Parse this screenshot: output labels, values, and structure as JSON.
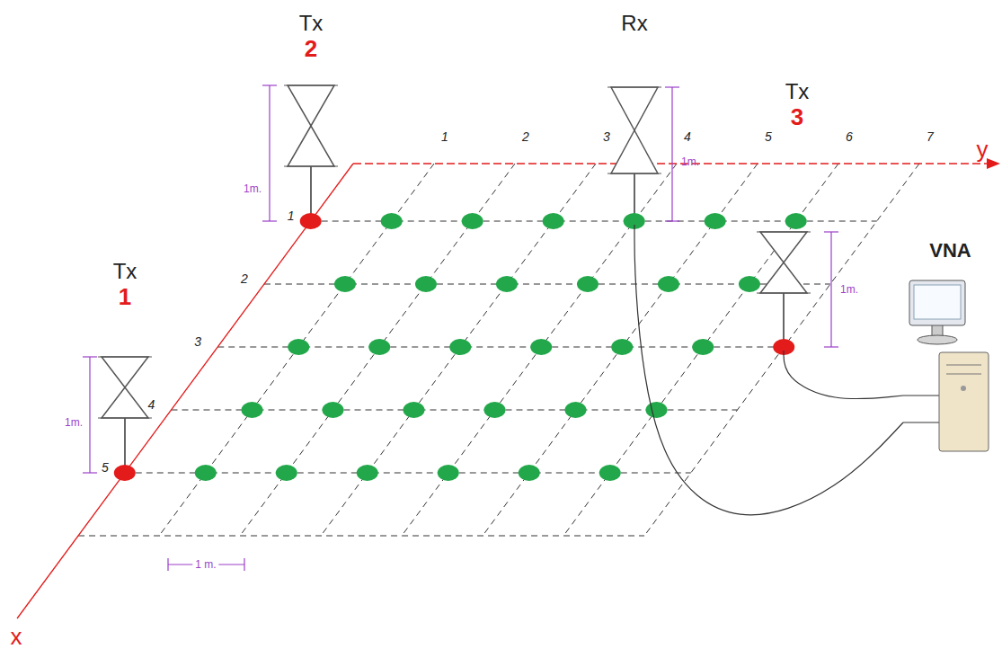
{
  "diagram": {
    "nodes": [
      {
        "text": [
          "Tx",
          "2"
        ]
      },
      {
        "text": [
          "Rx"
        ]
      },
      {
        "text": [
          "Tx",
          "3"
        ]
      },
      {
        "text": [
          "Tx",
          "1"
        ]
      },
      {
        "text": [
          "VNA"
        ]
      }
    ],
    "edges": [
      {
        "from": 1,
        "to": 4,
        "arrow": "none"
      },
      {
        "from": 2,
        "to": 4,
        "arrow": "none"
      }
    ],
    "labels": [
      "y",
      "x",
      "1",
      "2",
      "3",
      "4",
      "5",
      "6",
      "7",
      "1",
      "2",
      "3",
      "4",
      "5",
      "1m.",
      "1m.",
      "1m.",
      "1m.",
      "1 m."
    ]
  }
}
